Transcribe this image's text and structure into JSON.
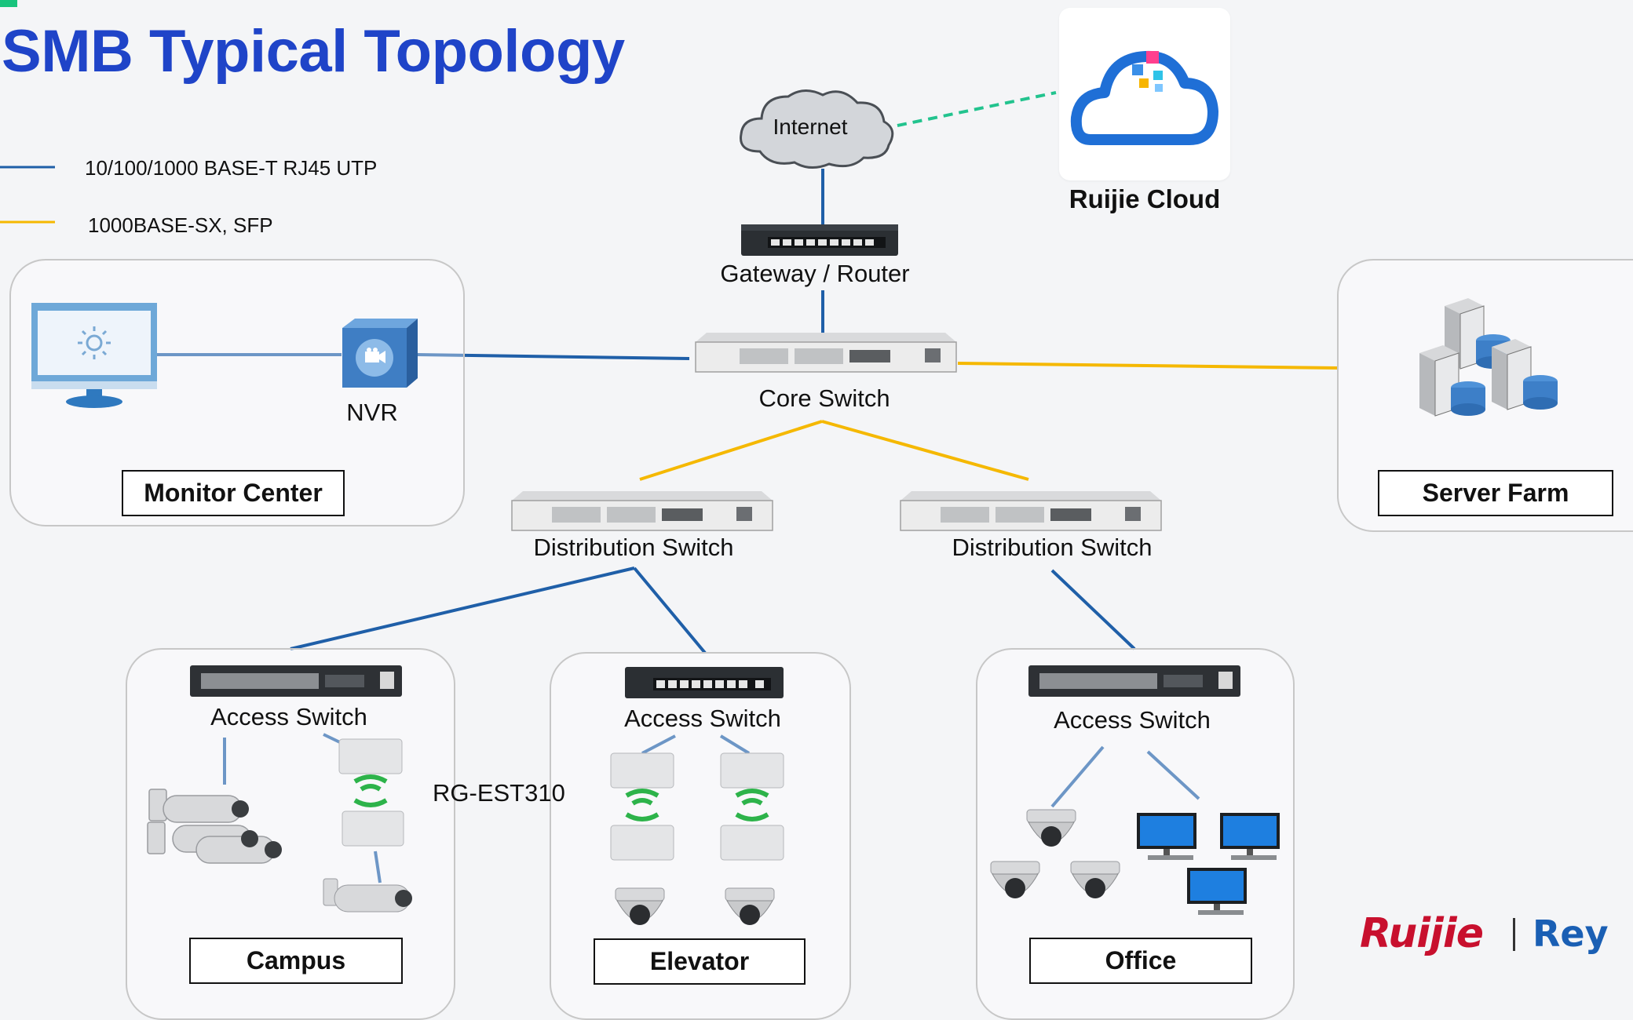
{
  "title": "SMB Typical Topology",
  "legend": [
    {
      "label": "10/100/1000 BASE-T RJ45 UTP",
      "color": "#1f5fa8"
    },
    {
      "label": "1000BASE-SX, SFP",
      "color": "#f5b800"
    }
  ],
  "nodes": {
    "internet": "Internet",
    "gateway": "Gateway / Router",
    "core": "Core Switch",
    "dist_left": "Distribution Switch",
    "dist_right": "Distribution Switch",
    "access_campus": "Access Switch",
    "access_elevator": "Access Switch",
    "access_office": "Access Switch",
    "nvr": "NVR",
    "bridge": "RG-EST310",
    "cloud": "Ruijie Cloud"
  },
  "groups": {
    "monitor": "Monitor Center",
    "server": "Server Farm",
    "campus": "Campus",
    "elevator": "Elevator",
    "office": "Office"
  },
  "brand": {
    "primary": "Ruijie",
    "secondary": "Rey"
  },
  "colors": {
    "title": "#1f44c8",
    "utp": "#1f5fa8",
    "sfp": "#f5b800",
    "cloud_link": "#22c38e",
    "brand": "#c8102e"
  }
}
